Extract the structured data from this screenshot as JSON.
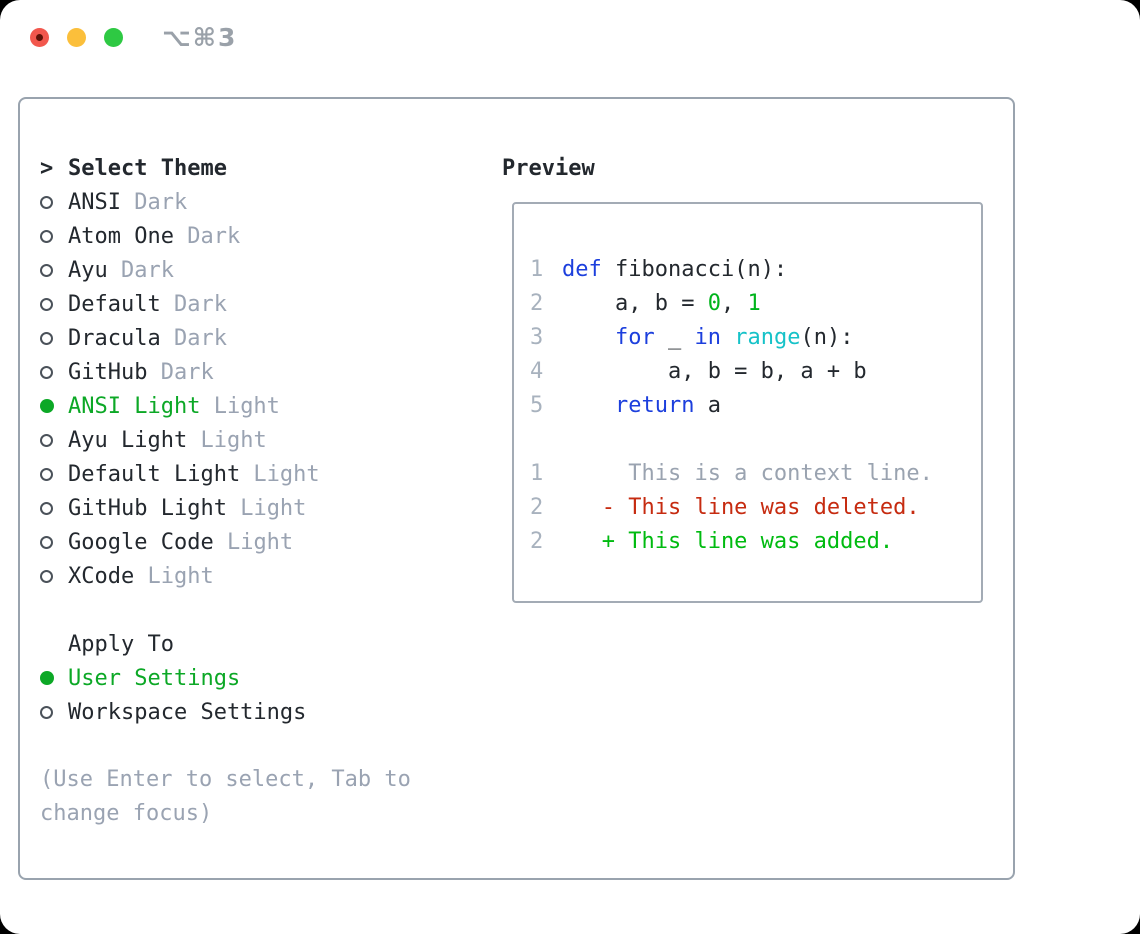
{
  "window": {
    "title": "⌥⌘3"
  },
  "colors": {
    "ui": {
      "text": "#23282e",
      "muted": "#9aa3b2",
      "accent_green": "#0ca826",
      "radio_border": "#4b525a",
      "box_border": "#99a3ae",
      "title_gray": "#9aa1a9",
      "traffic_red": "#f2574d",
      "traffic_red_dot": "#5e1208",
      "traffic_yellow": "#fbbf3b",
      "traffic_green": "#2ec943"
    },
    "syntax": {
      "fg": "#23282e",
      "kw": "#1c3fdd",
      "num": "#00b41c",
      "builtin": "#16c2c8",
      "ctx": "#9aa3b0",
      "del": "#c62b10",
      "add": "#00bb10",
      "ln": "#a8b2be"
    }
  },
  "theme_panel": {
    "prompt": ">",
    "title": "Select Theme",
    "items": [
      {
        "name": "ANSI",
        "variant": "Dark",
        "selected": false
      },
      {
        "name": "Atom One",
        "variant": "Dark",
        "selected": false
      },
      {
        "name": "Ayu",
        "variant": "Dark",
        "selected": false
      },
      {
        "name": "Default",
        "variant": "Dark",
        "selected": false
      },
      {
        "name": "Dracula",
        "variant": "Dark",
        "selected": false
      },
      {
        "name": "GitHub",
        "variant": "Dark",
        "selected": false
      },
      {
        "name": "ANSI Light",
        "variant": "Light",
        "selected": true
      },
      {
        "name": "Ayu Light",
        "variant": "Light",
        "selected": false
      },
      {
        "name": "Default Light",
        "variant": "Light",
        "selected": false
      },
      {
        "name": "GitHub Light",
        "variant": "Light",
        "selected": false
      },
      {
        "name": "Google Code",
        "variant": "Light",
        "selected": false
      },
      {
        "name": "XCode",
        "variant": "Light",
        "selected": false
      }
    ],
    "apply_to": {
      "title": "Apply To",
      "options": [
        {
          "label": "User Settings",
          "selected": true
        },
        {
          "label": "Workspace Settings",
          "selected": false
        }
      ]
    },
    "hint": "(Use Enter to select, Tab to change focus)"
  },
  "preview": {
    "title": "Preview",
    "code_lines": [
      {
        "num": "1",
        "segments": [
          [
            "def",
            "kw"
          ],
          [
            " fibonacci(n):",
            "fg"
          ]
        ]
      },
      {
        "num": "2",
        "segments": [
          [
            "    a, b = ",
            "fg"
          ],
          [
            "0",
            "num"
          ],
          [
            ", ",
            "fg"
          ],
          [
            "1",
            "num"
          ]
        ]
      },
      {
        "num": "3",
        "segments": [
          [
            "    ",
            "fg"
          ],
          [
            "for",
            "kw"
          ],
          [
            " _ ",
            "fg"
          ],
          [
            "in",
            "kw"
          ],
          [
            " ",
            "fg"
          ],
          [
            "range",
            "builtin"
          ],
          [
            "(n):",
            "fg"
          ]
        ]
      },
      {
        "num": "4",
        "segments": [
          [
            "        a, b = b, a + b",
            "fg"
          ]
        ]
      },
      {
        "num": "5",
        "segments": [
          [
            "    ",
            "fg"
          ],
          [
            "return",
            "kw"
          ],
          [
            " a",
            "fg"
          ]
        ]
      },
      {
        "num": "",
        "segments": []
      },
      {
        "num": "1",
        "segments": [
          [
            "     This is a context line.",
            "ctx"
          ]
        ]
      },
      {
        "num": "2",
        "segments": [
          [
            "   - This line was deleted.",
            "del"
          ]
        ]
      },
      {
        "num": "2",
        "segments": [
          [
            "   + This line was added.",
            "add"
          ]
        ]
      }
    ]
  }
}
